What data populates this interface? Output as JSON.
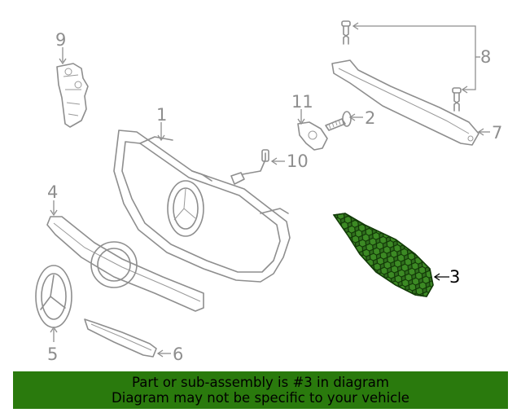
{
  "callouts": {
    "c1": "1",
    "c2": "2",
    "c3": "3",
    "c4": "4",
    "c5": "5",
    "c6": "6",
    "c7": "7",
    "c8": "8",
    "c9": "9",
    "c10": "10",
    "c11": "11"
  },
  "highlighted_part": "3",
  "colors": {
    "highlight_fill": "#2f6d1d",
    "banner_background": "#2a7a0d",
    "line_art": "#8e8e8e"
  },
  "banner": {
    "line1": "Part or sub-assembly is #3 in diagram",
    "line2": "Diagram may not be specific to your vehicle"
  }
}
